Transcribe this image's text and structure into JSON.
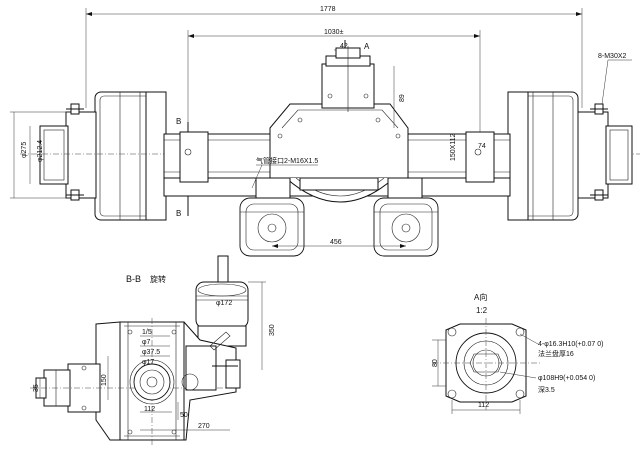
{
  "dimensions": {
    "overall_width": "1778",
    "center_span": "1030±",
    "flange_offset": "42",
    "pinion_height": "89",
    "hub_diam": "φ275",
    "hub_pcd": "φ212.4",
    "spring_seat": "74",
    "housing_width": "150X112",
    "motor_spacing": "456",
    "bolt_spec": "8-M30X2",
    "air_port": "气管接口2-M16X1.5",
    "chamber_diam": "φ172",
    "chamber_height": "350",
    "bb_dims": [
      "1/5",
      "φ7",
      "φ37.5",
      "φ17",
      "150",
      "35",
      "112",
      "50",
      "270"
    ],
    "flange_side": "80",
    "flange_bottom": "112",
    "flange_holes": "4-φ16.3H10(+0.07 0)",
    "flange_holes_note": "法兰盘厚16",
    "flange_pilot": "φ108H9(+0.054 0)",
    "flange_depth": "深3.5"
  },
  "labels": {
    "view_a": "A",
    "section_b_top": "B",
    "section_b_bottom": "B",
    "section_title": "B-B",
    "section_title_2": "旋转",
    "view_a_title": "A向",
    "view_a_scale": "1:2"
  }
}
